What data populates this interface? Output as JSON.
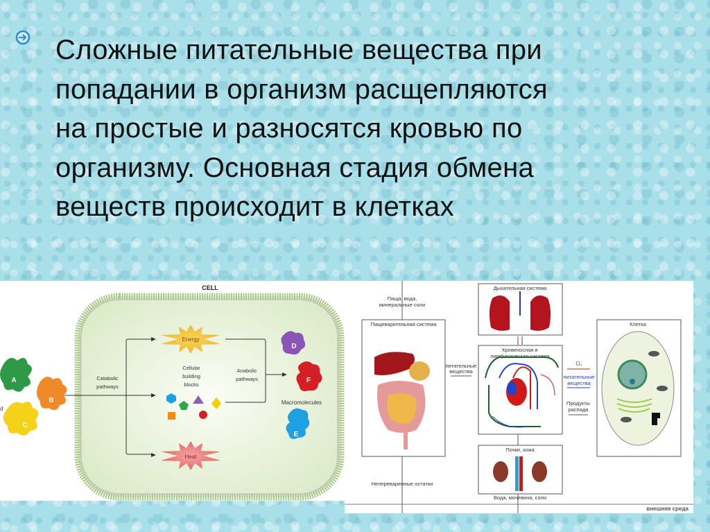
{
  "slide": {
    "bullet_icon": "circle-arrow-right-icon",
    "text_lines": [
      "Сложные питательные вещества при",
      "попадании в организм расщепляются",
      "на простые  и разносятся кровью по",
      "организму. Основная стадия обмена",
      "веществ происходит в клетках"
    ]
  },
  "cell_diagram": {
    "title": "CELL",
    "catabolic": [
      "Catabolic",
      "pathways"
    ],
    "anabolic": [
      "Anabolic",
      "pathways"
    ],
    "building_blocks": [
      "Cellular",
      "building",
      "blocks"
    ],
    "energy": "Energy",
    "heat": "Heat",
    "macromolecules": "Macromolecules",
    "nutrients": [
      "A",
      "B",
      "C"
    ],
    "macro_labels": [
      "D",
      "F",
      "E"
    ],
    "cut_label": "d"
  },
  "body_diagram": {
    "input": [
      "Пища, вода,",
      "минеральные соли"
    ],
    "digestive": "Пищеварительная система",
    "respiratory": "Дыхательная система",
    "circulatory": [
      "Кровеносная и",
      "лимфатическая система"
    ],
    "nutrients_left": [
      "питательные",
      "вещества"
    ],
    "o2": "O₂",
    "nutrients_right": [
      "питательные",
      "вещества"
    ],
    "decay": [
      "Продукты",
      "распада"
    ],
    "cell": "Клетка",
    "kidneys": "Почки, кожа",
    "undigested": "Непереваренные остатки",
    "excreted": "Вода, мочевина, соли",
    "environment": "внешняя среда"
  }
}
